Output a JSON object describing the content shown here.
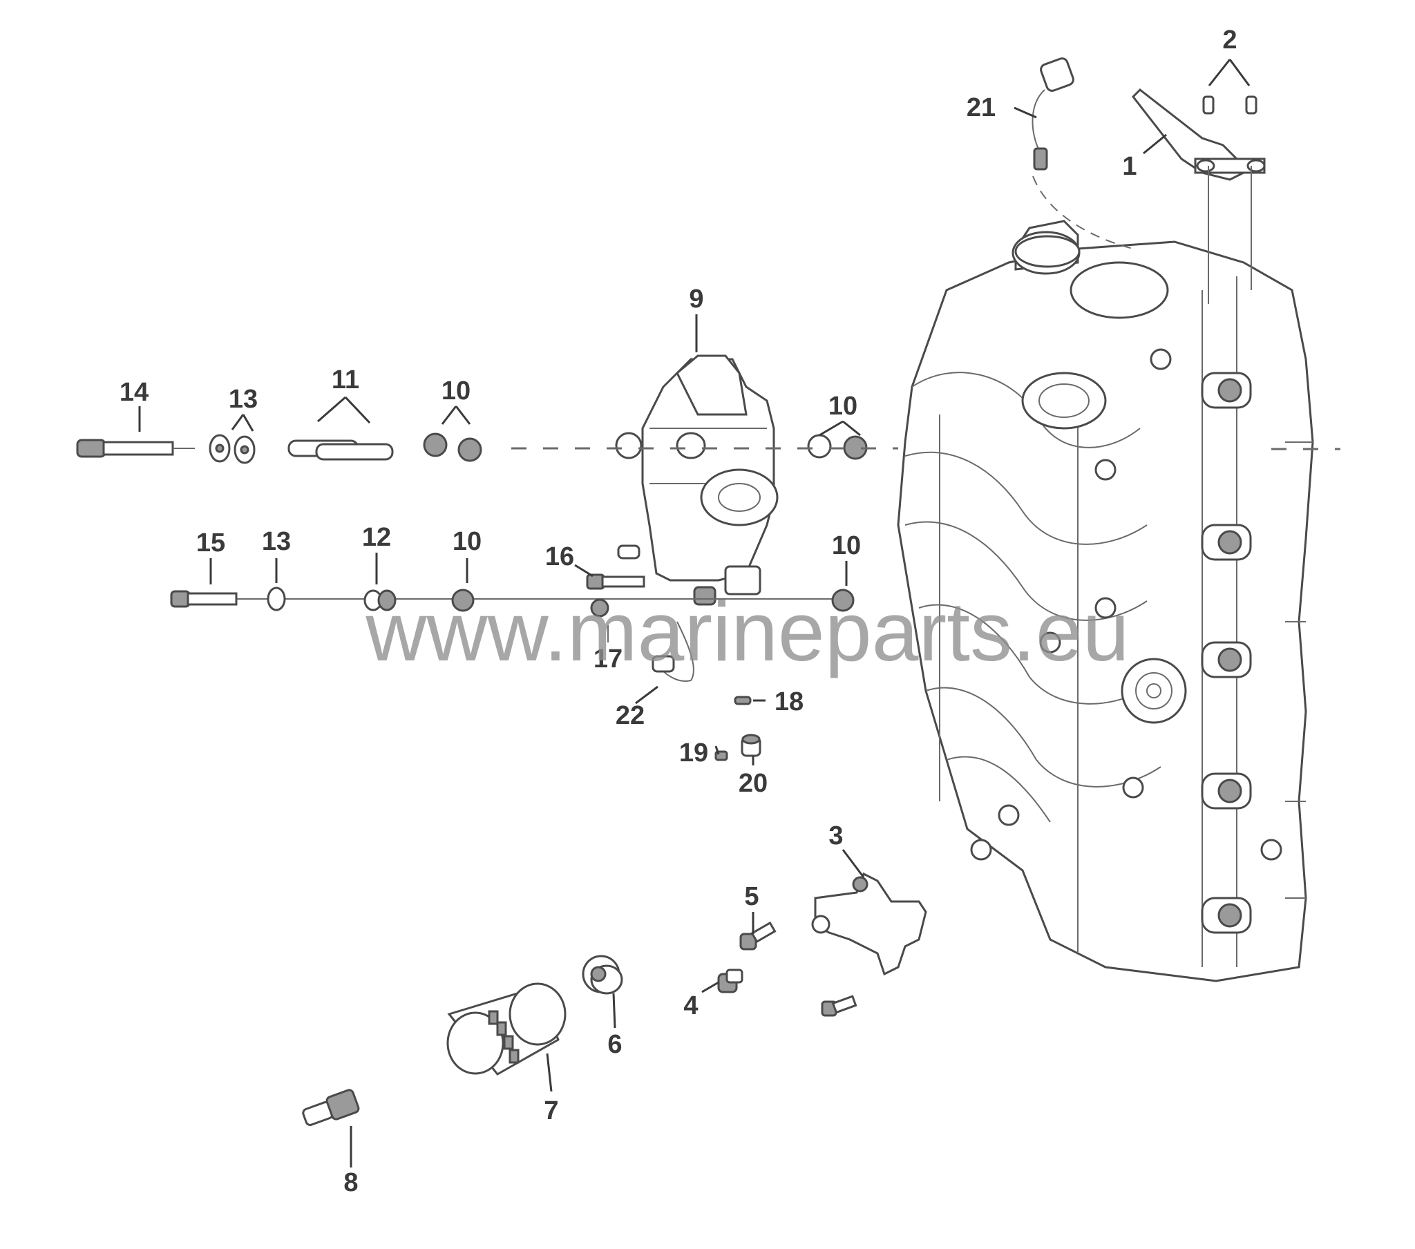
{
  "callouts": [
    "1",
    "2",
    "3",
    "4",
    "5",
    "6",
    "7",
    "8",
    "9",
    "10",
    "11",
    "12",
    "13",
    "14",
    "15",
    "16",
    "17",
    "18",
    "19",
    "20",
    "21",
    "22"
  ],
  "watermark": "www.marineparts.eu"
}
